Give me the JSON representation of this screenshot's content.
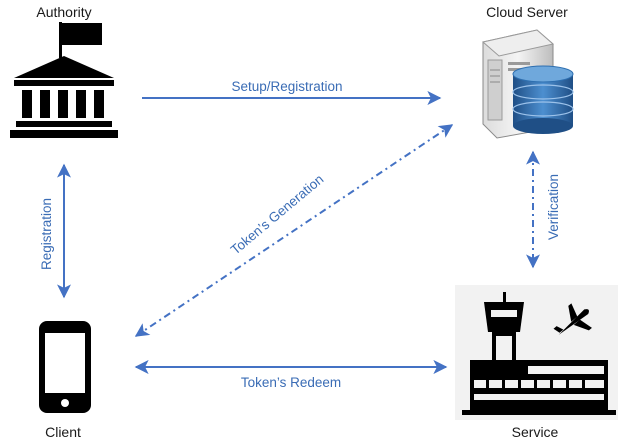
{
  "nodes": {
    "authority": {
      "label": "Authority",
      "icon": "government-building-icon"
    },
    "cloud_server": {
      "label": "Cloud Server",
      "icon": "server-database-icon"
    },
    "client": {
      "label": "Client",
      "icon": "smartphone-icon"
    },
    "service": {
      "label": "Service",
      "icon": "airport-terminal-icon"
    }
  },
  "edges": {
    "setup": {
      "label": "Setup/Registration",
      "style": "solid"
    },
    "registration": {
      "label": "Registration",
      "style": "solid"
    },
    "token_generation": {
      "label": "Token’s Generation",
      "style": "dash-dot"
    },
    "verification": {
      "label": "Verification",
      "style": "dash-dot"
    },
    "token_redeem": {
      "label": "Token’s Redeem",
      "style": "solid"
    }
  },
  "colors": {
    "arrow": "#4472c4",
    "edge_text": "#3a6cb5",
    "icon_dark": "#000000",
    "db_blue": "#2e6fb0"
  }
}
